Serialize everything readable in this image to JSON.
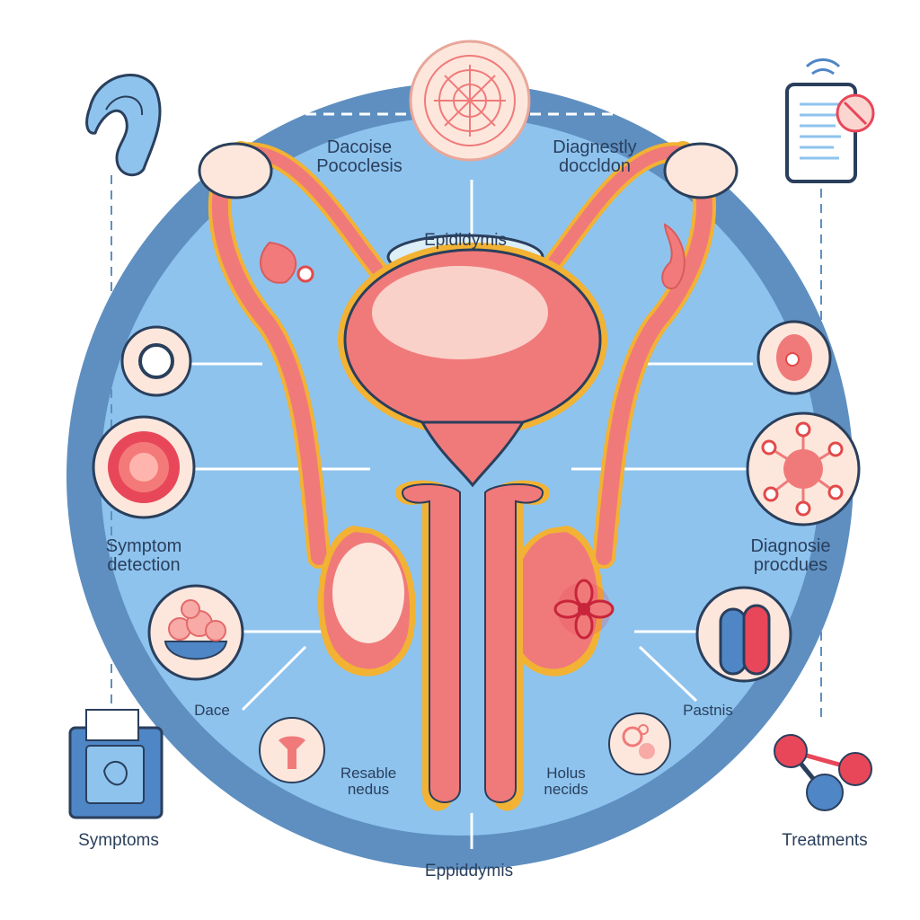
{
  "labels": {
    "top_left": [
      "Dacoise",
      "Pococlesis"
    ],
    "top_right": [
      "Diagnestly",
      "doccldon"
    ],
    "center_top": "Epididymis",
    "left_mid": [
      "Symptom",
      "detection"
    ],
    "right_mid": [
      "Diagnosie",
      "procdues"
    ],
    "left_low": "Dace",
    "right_low": "Pastnis",
    "center_left": [
      "Resable",
      "nedus"
    ],
    "center_right": [
      "Holus",
      "necids"
    ],
    "bottom_left": "Symptoms",
    "bottom_right": "Treatments",
    "bottom_center": "Eppiddymis"
  },
  "colors": {
    "circle_outer": "#5e8fc0",
    "circle_inner": "#8ec3ee",
    "organ": "#f07a7a",
    "organ_light": "#fde7dc",
    "outline": "#f2b233",
    "text": "#2a3f5c"
  }
}
